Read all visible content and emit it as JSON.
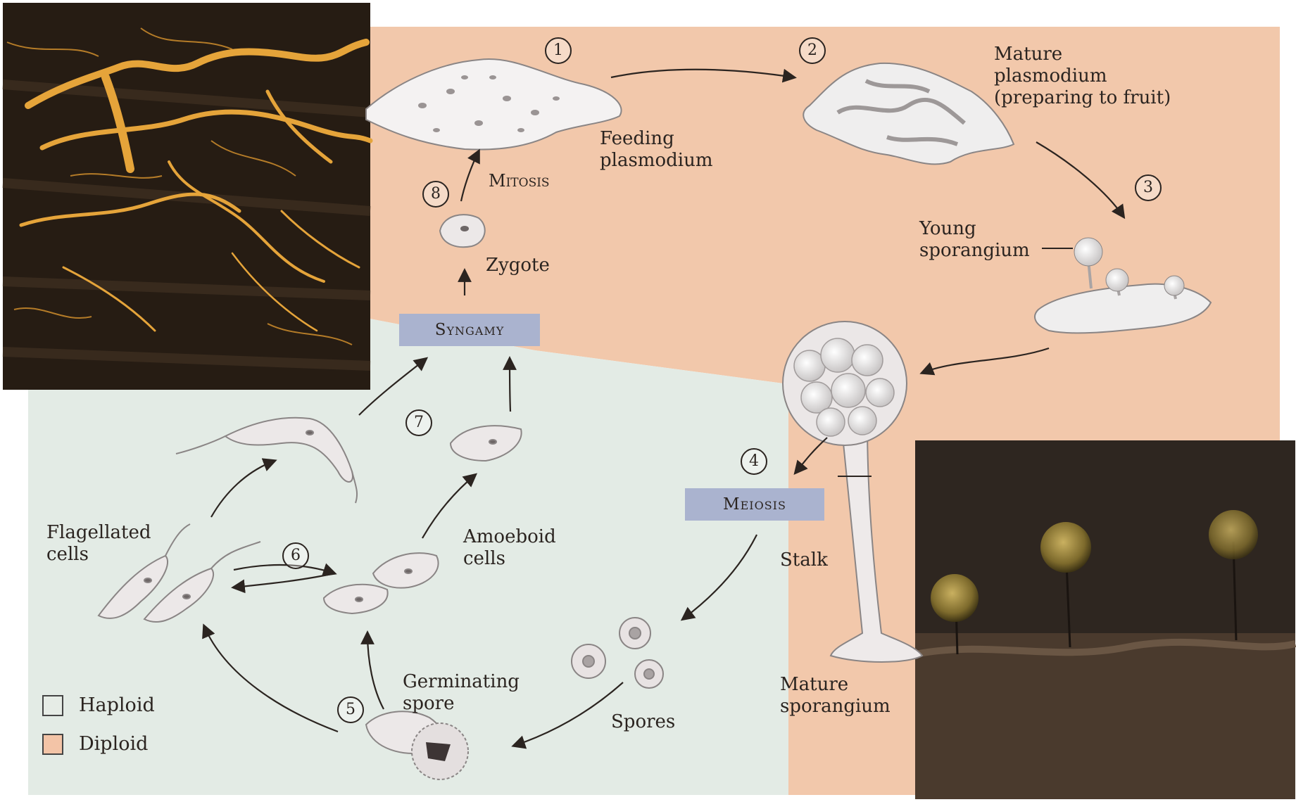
{
  "steps": [
    "1",
    "2",
    "3",
    "4",
    "5",
    "6",
    "7",
    "8"
  ],
  "labels": {
    "feeding_plasmodium": [
      "Feeding",
      "plasmodium"
    ],
    "mature_plasmodium": [
      "Mature",
      "plasmodium",
      "(preparing to fruit)"
    ],
    "young_sporangium": [
      "Young",
      "sporangium"
    ],
    "stalk": "Stalk",
    "mature_sporangium": [
      "Mature",
      "sporangium"
    ],
    "spores": "Spores",
    "germinating_spore": [
      "Germinating",
      "spore"
    ],
    "amoeboid_cells": [
      "Amoeboid",
      "cells"
    ],
    "flagellated_cells": [
      "Flagellated",
      "cells"
    ],
    "zygote": "Zygote",
    "mitosis": "Mitosis"
  },
  "processes": {
    "syngamy": "Syngamy",
    "meiosis": "Meiosis"
  },
  "legend": [
    {
      "label": "Haploid",
      "color": "#e6ece6"
    },
    {
      "label": "Diploid",
      "color": "#f3c4a7"
    }
  ],
  "colors": {
    "diploid_region": "#f2c8ab",
    "haploid_region": "#e3ebe5",
    "process_box": "#aab3cf",
    "slime_mold": "#e5a43a"
  },
  "icons": [
    "slime-mold-photo",
    "sporangia-photo"
  ]
}
